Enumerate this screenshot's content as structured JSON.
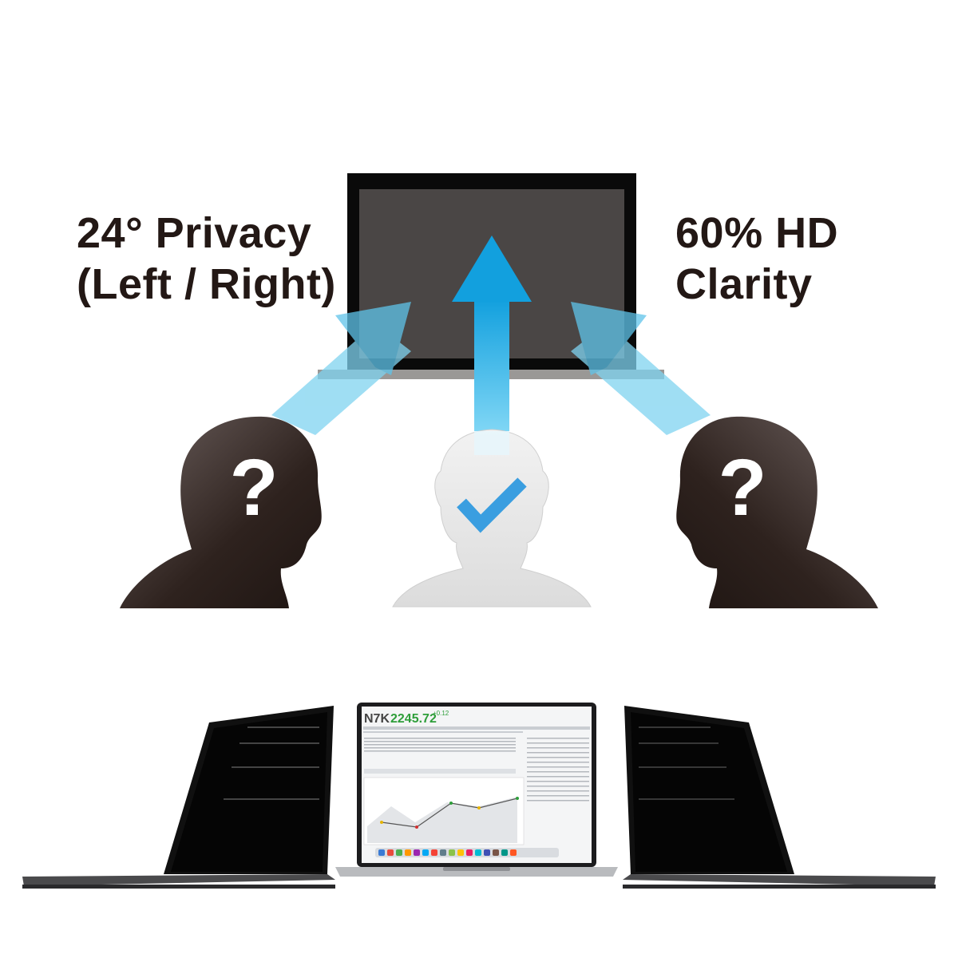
{
  "headline_left": {
    "line1": "24° Privacy",
    "line2": "(Left / Right)"
  },
  "headline_right": {
    "line1": "60% HD",
    "line2": "Clarity"
  },
  "viewers": {
    "left": {
      "icon": "question-mark-icon",
      "label": "?"
    },
    "center": {
      "icon": "check-icon"
    },
    "right": {
      "icon": "question-mark-icon",
      "label": "?"
    }
  },
  "screen_ticker": {
    "symbol": "N7K",
    "value": "2245.72",
    "change": "+0.12"
  },
  "colors": {
    "text": "#231815",
    "beam": "#7fd3f0",
    "arrow": "#1aa6e0",
    "silhouette": "#3a2a24",
    "check": "#3a9ee0",
    "screen": "#4a4645",
    "bezel": "#0a0a0a",
    "ticker_green": "#2e9e3a"
  }
}
